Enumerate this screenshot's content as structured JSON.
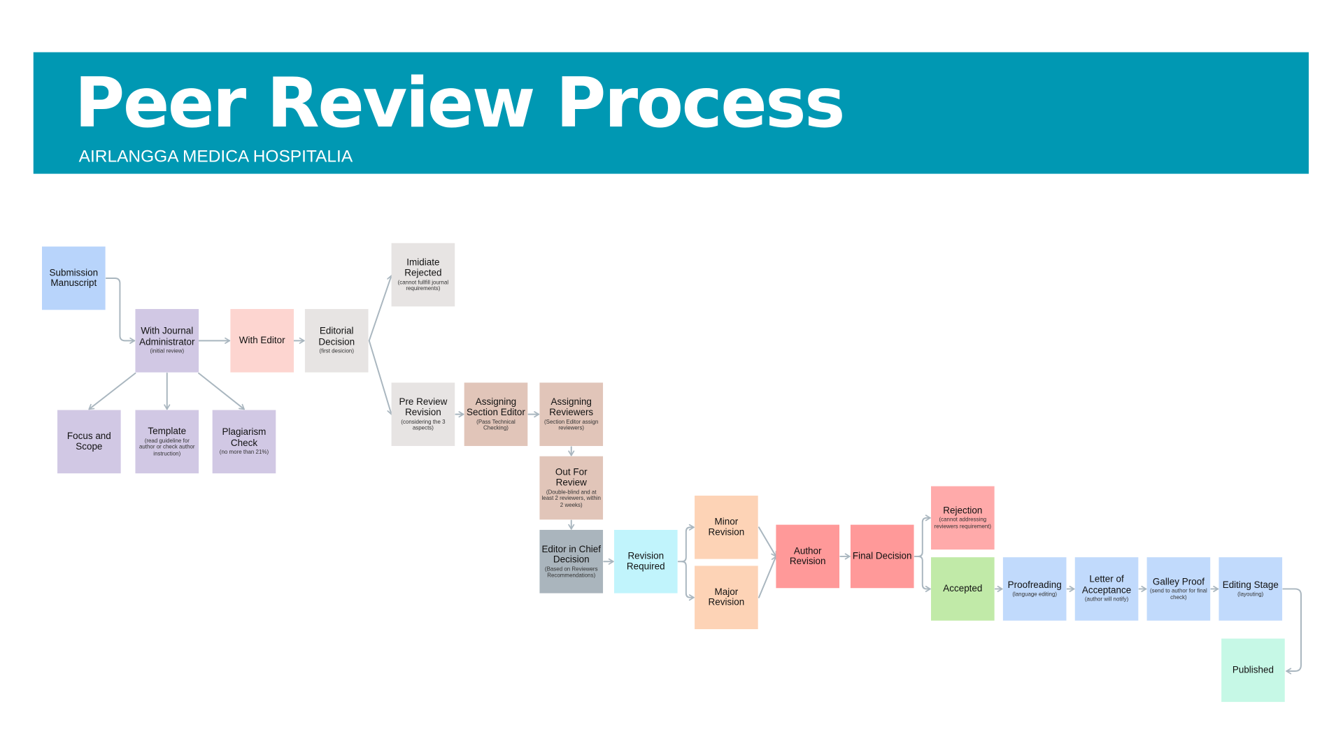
{
  "header": {
    "title": "Peer Review Process",
    "subtitle": "AIRLANGGA MEDICA HOSPITALIA"
  },
  "colors": {
    "banner": "#0098b3",
    "connector": "#a9b6bf"
  },
  "nodes": {
    "submission": {
      "title": "Submission Manuscript",
      "color": "#b8d4fb"
    },
    "admin": {
      "title": "With Journal Administrator",
      "sub": "(initial review)",
      "color": "#d1c8e4"
    },
    "editor": {
      "title": "With Editor",
      "color": "#fdd5d0"
    },
    "editorial": {
      "title": "Editorial Decision",
      "sub": "(first desicion)",
      "color": "#e7e4e3"
    },
    "focus": {
      "title": "Focus and Scope",
      "color": "#d1c8e4"
    },
    "template": {
      "title": "Template",
      "sub": "(read guideline for author or check author instruction)",
      "color": "#d1c8e4"
    },
    "plagiarism": {
      "title": "Plagiarism Check",
      "sub": "(no more than 21%)",
      "color": "#d1c8e4"
    },
    "rejected": {
      "title": "Imidiate Rejected",
      "sub": "(cannot fullfill journal requirements)",
      "color": "#e7e4e3"
    },
    "prereview": {
      "title": "Pre Review Revision",
      "sub": "(considering the 3 aspects)",
      "color": "#e7e4e3"
    },
    "section_editor": {
      "title": "Assigning Section Editor",
      "sub": "(Pass Technical Checking)",
      "color": "#e1c5b9"
    },
    "reviewers": {
      "title": "Assigning Reviewers",
      "sub": "(Section Editor assign reviewers)",
      "color": "#e1c5b9"
    },
    "out_review": {
      "title": "Out For Review",
      "sub": "(Double-blind and at least 2 reviewers, within 2 weeks)",
      "color": "#e1c5b9"
    },
    "eic": {
      "title": "Editor in Chief Decision",
      "sub": "(Based on Reviewers Recommendations)",
      "color": "#aab5bd"
    },
    "revision_required": {
      "title": "Revision Required",
      "color": "#c1f4fc"
    },
    "minor": {
      "title": "Minor Revision",
      "color": "#fdd3b6"
    },
    "major": {
      "title": "Major Revision",
      "color": "#fdd3b6"
    },
    "author_revision": {
      "title": "Author Revision",
      "color": "#ff9999"
    },
    "final": {
      "title": "Final Decision",
      "color": "#ff9999"
    },
    "rejection": {
      "title": "Rejection",
      "sub": "(cannot addressing reviewers requirement)",
      "color": "#ffaaaa"
    },
    "accepted": {
      "title": "Accepted",
      "color": "#c1eaa8"
    },
    "proofreading": {
      "title": "Proofreading",
      "sub": "(language editing)",
      "color": "#c1dafc"
    },
    "loa": {
      "title": "Letter of Acceptance",
      "sub": "(author will notify)",
      "color": "#c1dafc"
    },
    "galley": {
      "title": "Galley Proof",
      "sub": "(send to author for final check)",
      "color": "#c1dafc"
    },
    "editing": {
      "title": "Editing Stage",
      "sub": "(layouting)",
      "color": "#c1dafc"
    },
    "published": {
      "title": "Published",
      "color": "#c6f8e6"
    }
  }
}
